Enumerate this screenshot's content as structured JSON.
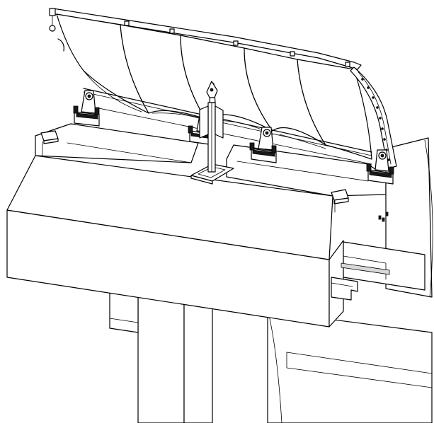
{
  "drawing": {
    "style": "technical line drawing",
    "colors": {
      "line": "#000000",
      "fill": "#ffffff",
      "dark_parts": "#1a1a1a"
    },
    "gate_leaf_count": 5,
    "hinge_support_count": 4,
    "column_cap_count": 2
  }
}
